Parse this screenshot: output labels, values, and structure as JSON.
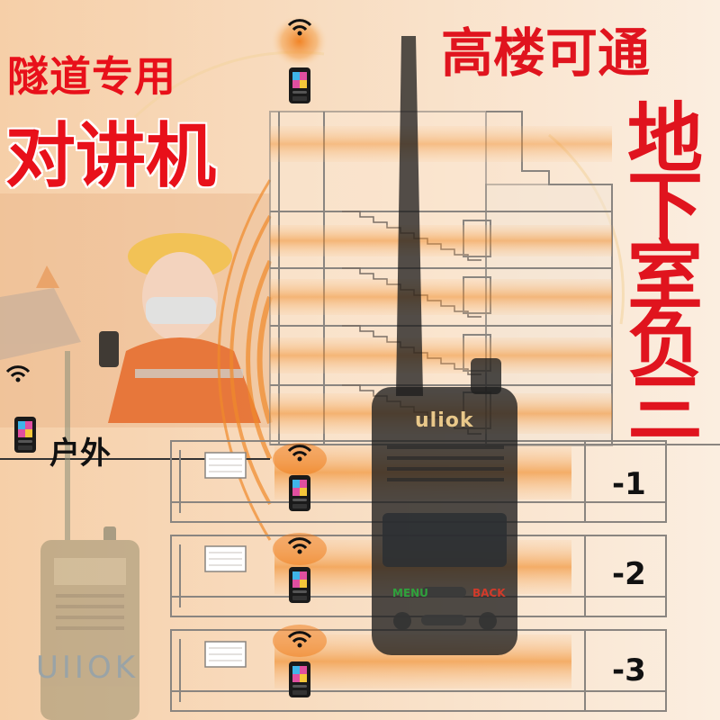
{
  "headline_left": {
    "line1": "隧道专用",
    "line2": "对讲机"
  },
  "headline_right": {
    "title": "高楼可通",
    "vertical": [
      "地",
      "下",
      "室",
      "负",
      "三"
    ]
  },
  "outdoor_label": "户外",
  "floor_labels": [
    "-1",
    "-2",
    "-3"
  ],
  "radio": {
    "brand": "uliok",
    "menu_key": "MENU",
    "back_key": "BACK"
  },
  "back_radio_brand": "UIIOK",
  "colors": {
    "headline_red": "#e8101a",
    "signal_orange": "#f07a16",
    "building_line": "#8a8580"
  },
  "icons": [
    "wifi-signal-icon",
    "phone-icon"
  ]
}
